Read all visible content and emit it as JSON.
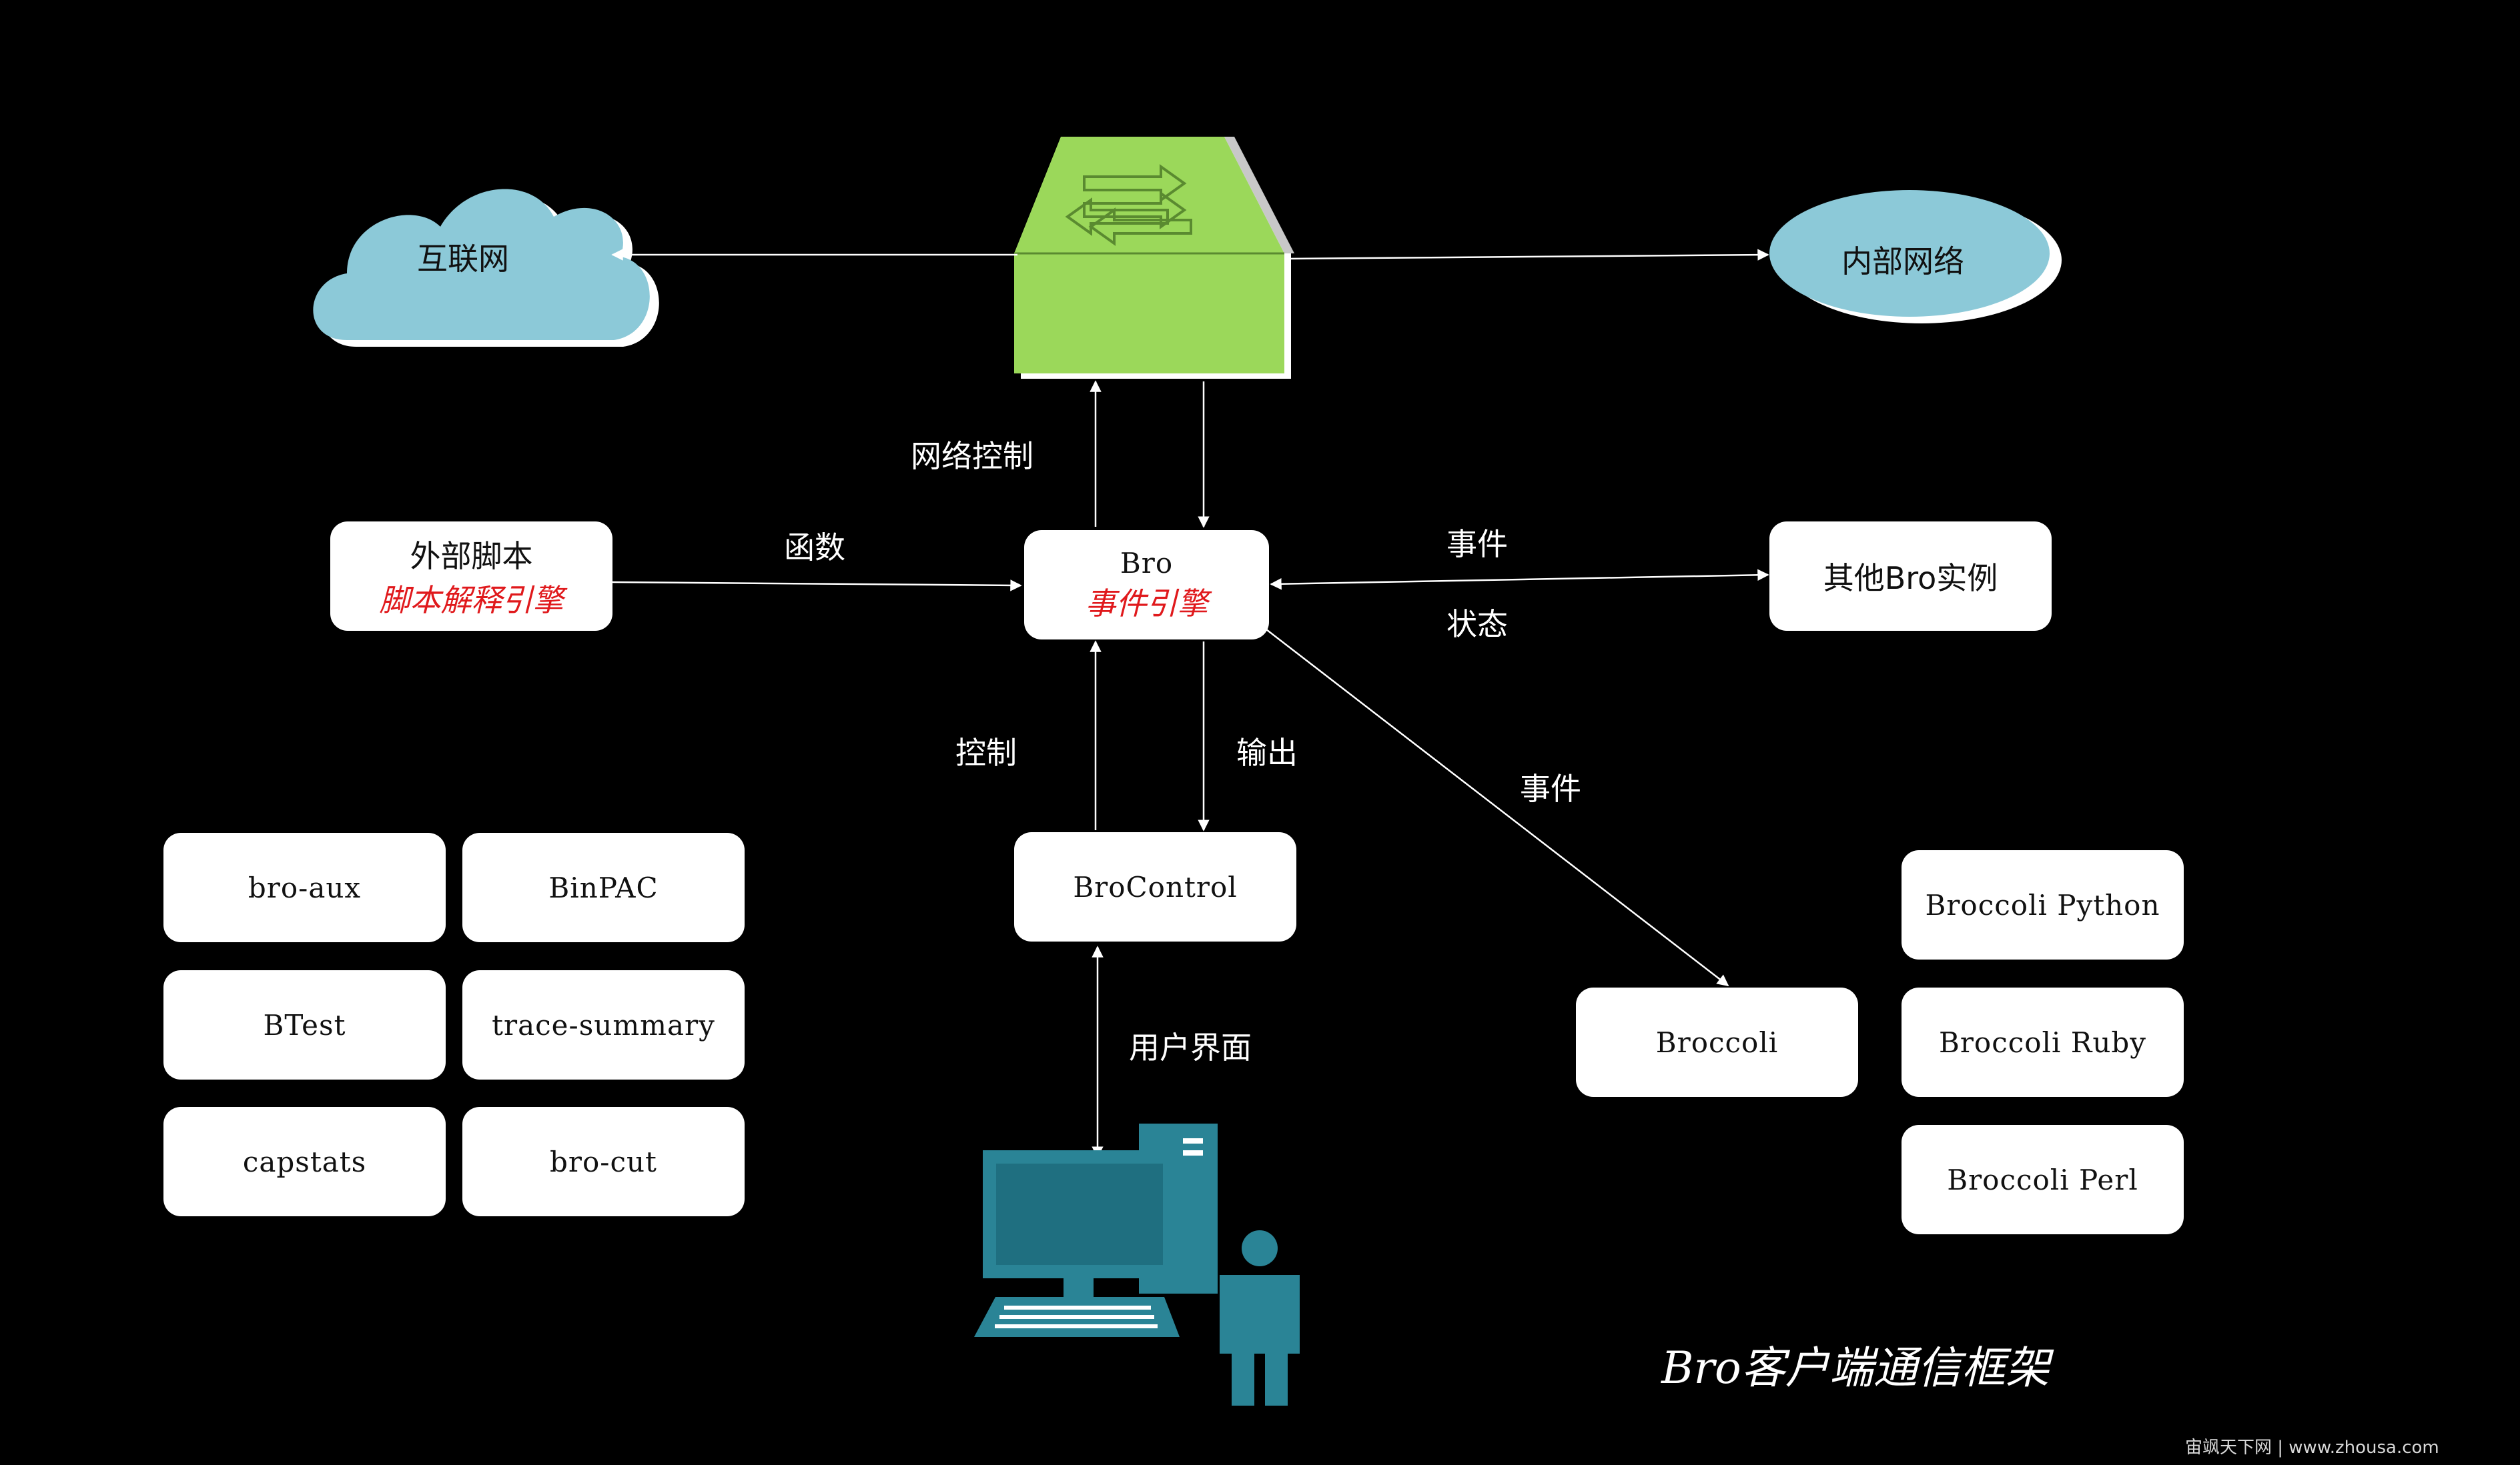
{
  "diagram": {
    "title": "Bro客户端通信框架",
    "nodes": {
      "internet": "互联网",
      "internal_network": "内部网络",
      "external_script": {
        "line1": "外部脚本",
        "line2": "脚本解释引擎"
      },
      "bro": {
        "line1": "Bro",
        "line2": "事件引擎"
      },
      "other_bro": "其他Bro实例",
      "brocontrol": "BroControl",
      "broccoli": "Broccoli",
      "broccoli_python": "Broccoli Python",
      "broccoli_ruby": "Broccoli Ruby",
      "broccoli_perl": "Broccoli Perl",
      "tools": [
        "bro-aux",
        "BinPAC",
        "BTest",
        "trace-summary",
        "capstats",
        "bro-cut"
      ]
    },
    "edge_labels": {
      "network_control": "网络控制",
      "function": "函数",
      "event_top": "事件",
      "state": "状态",
      "control": "控制",
      "output": "输出",
      "event_diag": "事件",
      "ui": "用户界面"
    }
  },
  "watermark": "宙飒天下网 | www.zhousa.com",
  "colors": {
    "background": "#000000",
    "switch_green": "#9bd85a",
    "cloud_blue": "#8cc9d8",
    "computer_teal": "#2a8496",
    "red_text": "#e0191c"
  }
}
